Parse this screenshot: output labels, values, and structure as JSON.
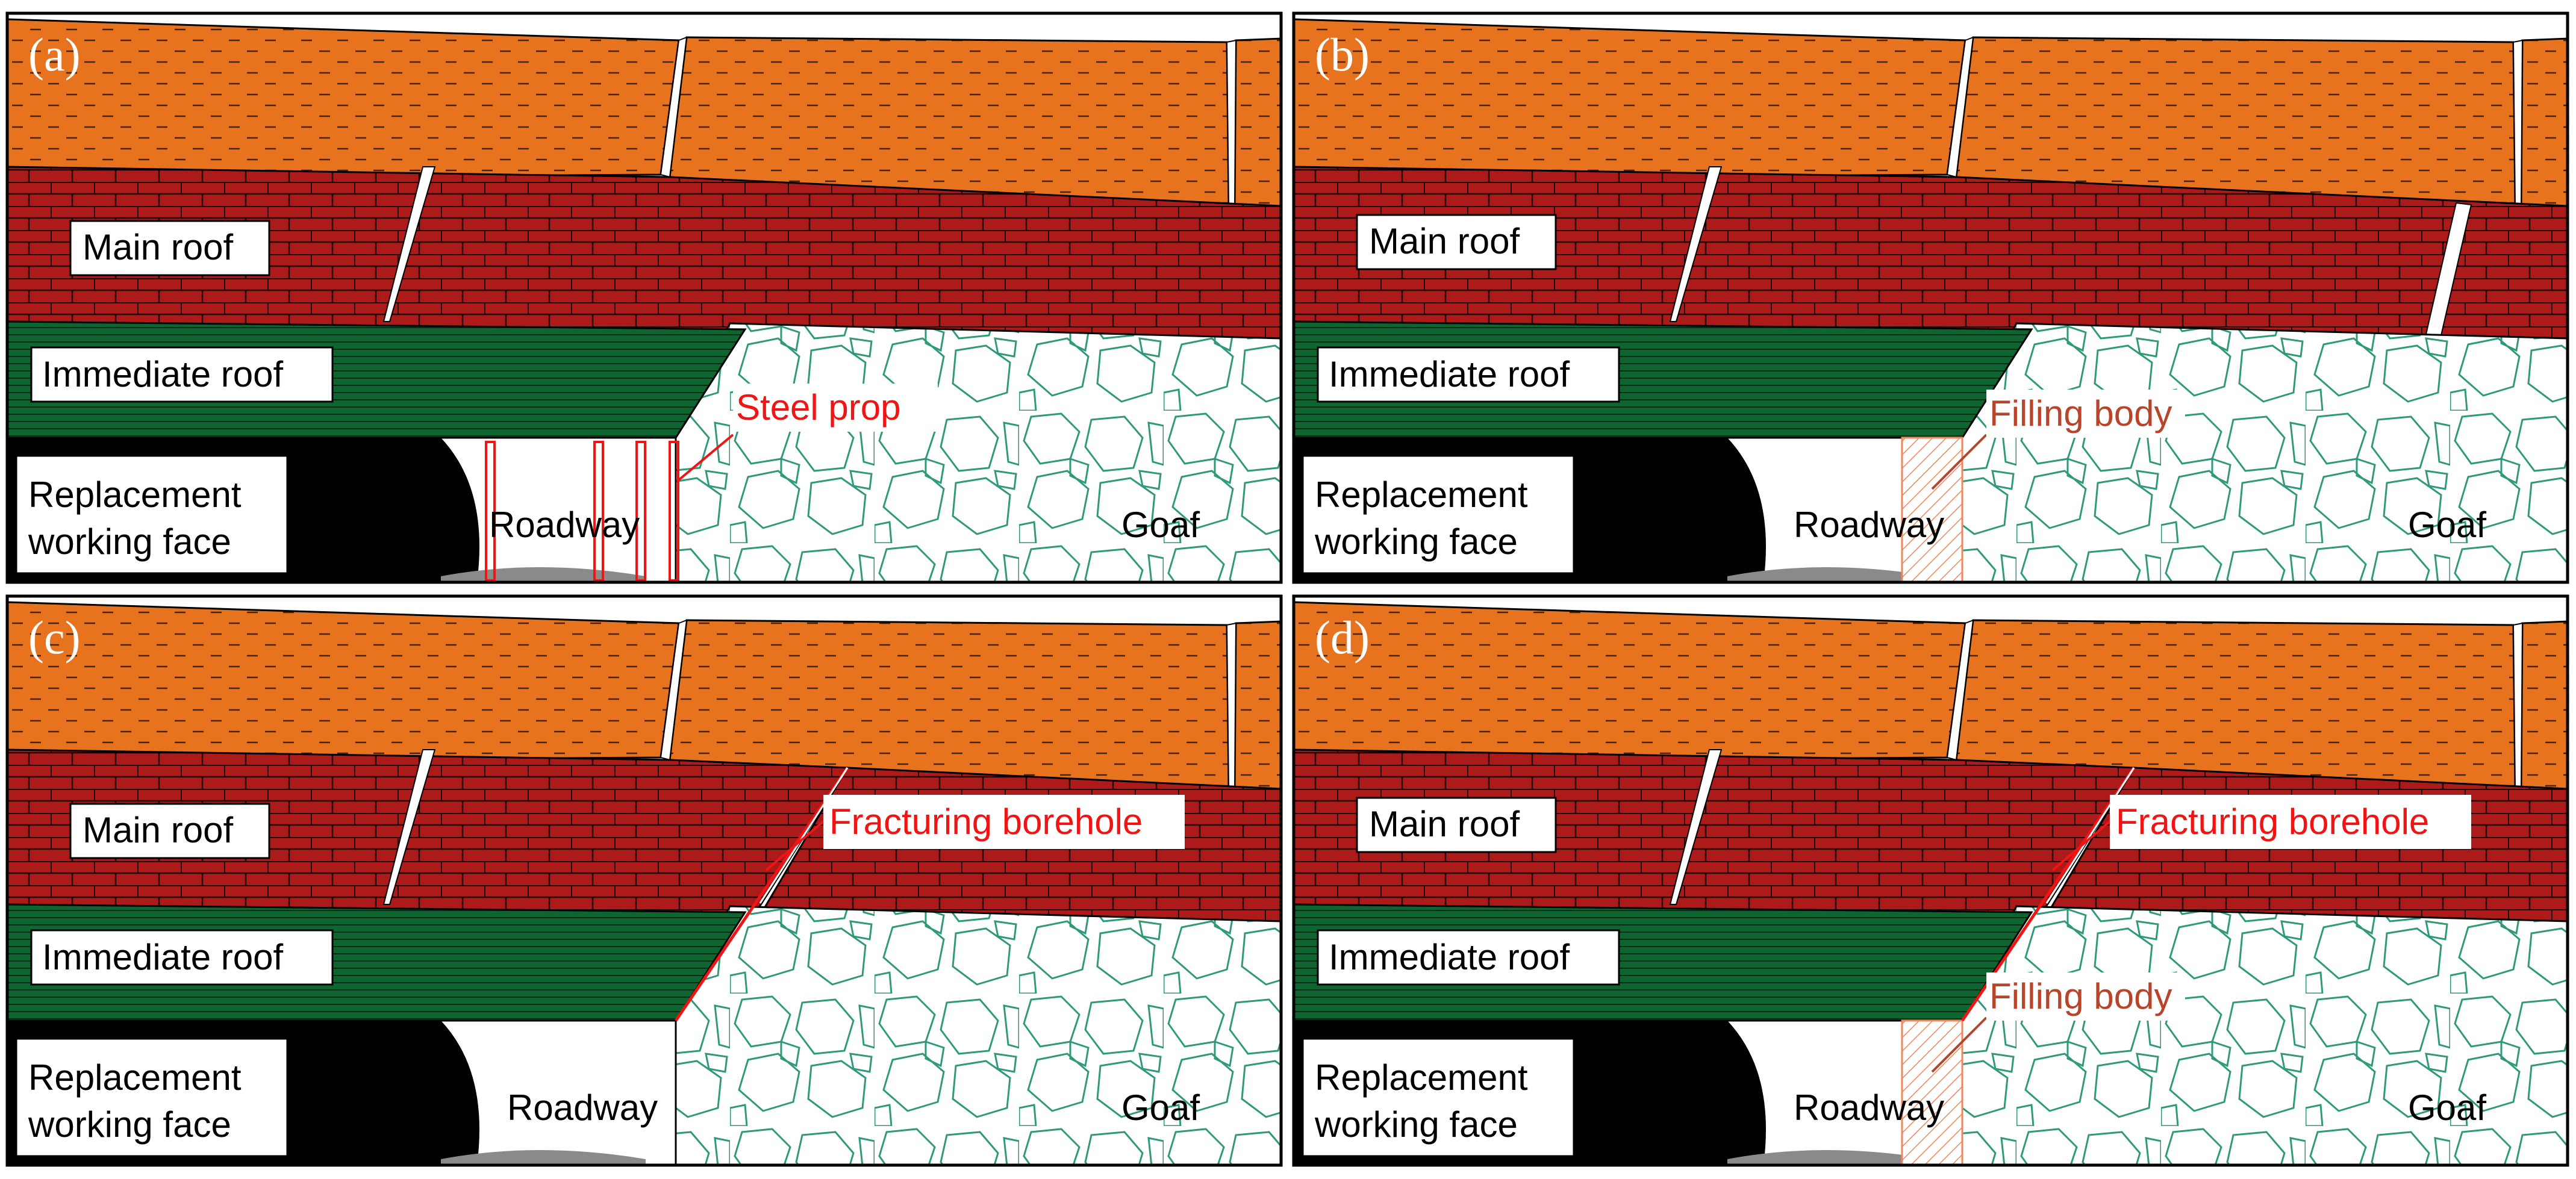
{
  "colors": {
    "orange_layer": "#E8731E",
    "red_layer": "#AC1A1A",
    "green_layer": "#0F6530",
    "goaf_lines": "#2F9A78",
    "annotation_red": "#F01414",
    "filling_brown": "#B8452A",
    "filling_hatch": "#F2855A",
    "black_face": "#000000",
    "floor_heave": "#8A8A8A"
  },
  "panels": [
    {
      "id": "a",
      "label": "(a)",
      "main_roof": "Main roof",
      "immediate_roof": "Immediate roof",
      "working_face": [
        "Replacement",
        "working face"
      ],
      "roadway": "Roadway",
      "goaf": "Goaf",
      "annotation": "Steel prop"
    },
    {
      "id": "b",
      "label": "(b)",
      "main_roof": "Main roof",
      "immediate_roof": "Immediate roof",
      "working_face": [
        "Replacement",
        "working face"
      ],
      "roadway": "Roadway",
      "goaf": "Goaf",
      "annotation": "Filling body"
    },
    {
      "id": "c",
      "label": "(c)",
      "main_roof": "Main roof",
      "immediate_roof": "Immediate roof",
      "working_face": [
        "Replacement",
        "working face"
      ],
      "roadway": "Roadway",
      "goaf": "Goaf",
      "annotation": "Fracturing borehole"
    },
    {
      "id": "d",
      "label": "(d)",
      "main_roof": "Main roof",
      "immediate_roof": "Immediate roof",
      "working_face": [
        "Replacement",
        "working face"
      ],
      "roadway": "Roadway",
      "goaf": "Goaf",
      "annotation": "Fracturing borehole",
      "annotation2": "Filling body"
    }
  ]
}
